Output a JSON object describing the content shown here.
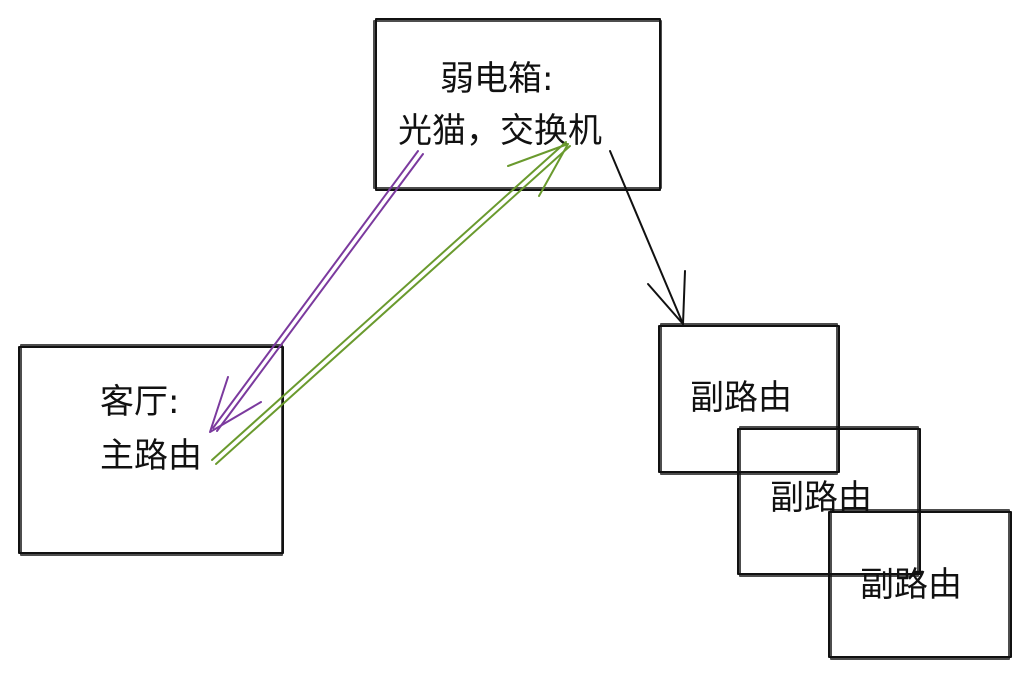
{
  "nodes": {
    "weak_box": {
      "line1": "弱电箱:",
      "line2": "光猫，交换机"
    },
    "living_room": {
      "line1": "客厅:",
      "line2": "主路由"
    },
    "sub_router_1": {
      "label": "副路由"
    },
    "sub_router_2": {
      "label": "副路由"
    },
    "sub_router_3": {
      "label": "副路由"
    }
  },
  "colors": {
    "box_stroke": "#111111",
    "arrow_down": "#7b3a9e",
    "arrow_up": "#6a9a2e",
    "arrow_right": "#111111"
  }
}
